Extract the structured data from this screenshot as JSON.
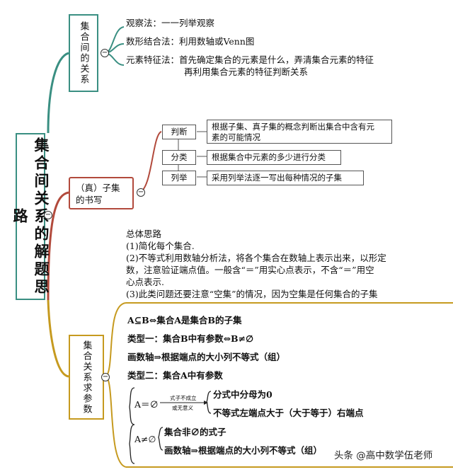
{
  "root": {
    "title": "集合间关系的解题思路"
  },
  "branch1": {
    "label": "集合间的关系",
    "items": [
      "观察法：一一列举观察",
      "数形结合法：利用数轴或Venn图",
      "元素特征法：首先确定集合的元素是什么，弄清集合元素的特征",
      "再利用集合元素的特征判断关系"
    ]
  },
  "branch2": {
    "label_line1": "（真）子集",
    "label_line2": "的书写",
    "steps": [
      {
        "key": "判断",
        "desc_line1": "根据子集、真子集的概念判断出集合中含有元",
        "desc_line2": "素的可能情况"
      },
      {
        "key": "分类",
        "desc_line1": "根据集合中元素的多少进行分类",
        "desc_line2": ""
      },
      {
        "key": "列举",
        "desc_line1": "采用列举法逐一写出每种情况的子集",
        "desc_line2": ""
      }
    ]
  },
  "branch3": {
    "label": "集合关系求参数",
    "notes": [
      "总体思路",
      "(1)简化每个集合.",
      "(2)不等式利用数轴分析法，将各个集合在数轴上表示出来，以形定",
      "数，注意验证端点值。一般含“＝”用实心点表示，不含“＝”用空",
      "心点表示.",
      "(3)此类问题还要注意“空集”的情况，因为空集是任何集合的子集"
    ],
    "rules": [
      "A⊆B⇔集合A是集合B的子集",
      "类型一：集合B中有参数⇔B≠∅",
      "画数轴⇒根据端点的大小列不等式（组）",
      "类型二：集合A中有参数"
    ],
    "case_empty": {
      "cond": "A＝∅",
      "arrow_top": "式子不成立",
      "arrow_bottom": "或无意义",
      "results": [
        "分式中分母为0",
        "不等式左端点大于（大于等于）右端点"
      ]
    },
    "case_nonempty": {
      "cond": "A≠∅",
      "results": [
        "集合非∅的式子",
        "画数轴⇒根据端点的大小列不等式（组）"
      ]
    }
  },
  "watermark": "头条 @高中数学伍老师",
  "colors": {
    "teal": "#3a8f82",
    "red": "#b24a3c",
    "gold": "#c69a1f"
  }
}
